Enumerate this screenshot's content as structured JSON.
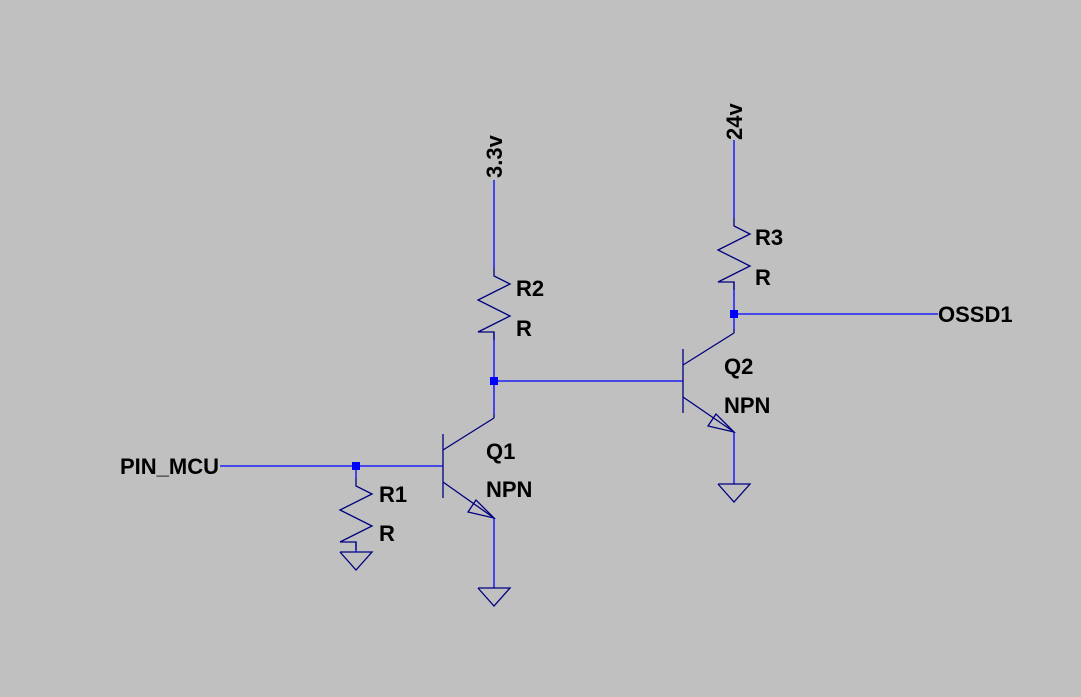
{
  "colors": {
    "background": "#c0c0c0",
    "wire": "#0000ff",
    "component": "#000080",
    "text": "#000000"
  },
  "nets": {
    "input": "PIN_MCU",
    "output": "OSSD1",
    "supply_low": "3.3v",
    "supply_high": "24v"
  },
  "components": {
    "r1": {
      "name": "R1",
      "value": "R"
    },
    "r2": {
      "name": "R2",
      "value": "R"
    },
    "r3": {
      "name": "R3",
      "value": "R"
    },
    "q1": {
      "name": "Q1",
      "value": "NPN"
    },
    "q2": {
      "name": "Q2",
      "value": "NPN"
    }
  }
}
